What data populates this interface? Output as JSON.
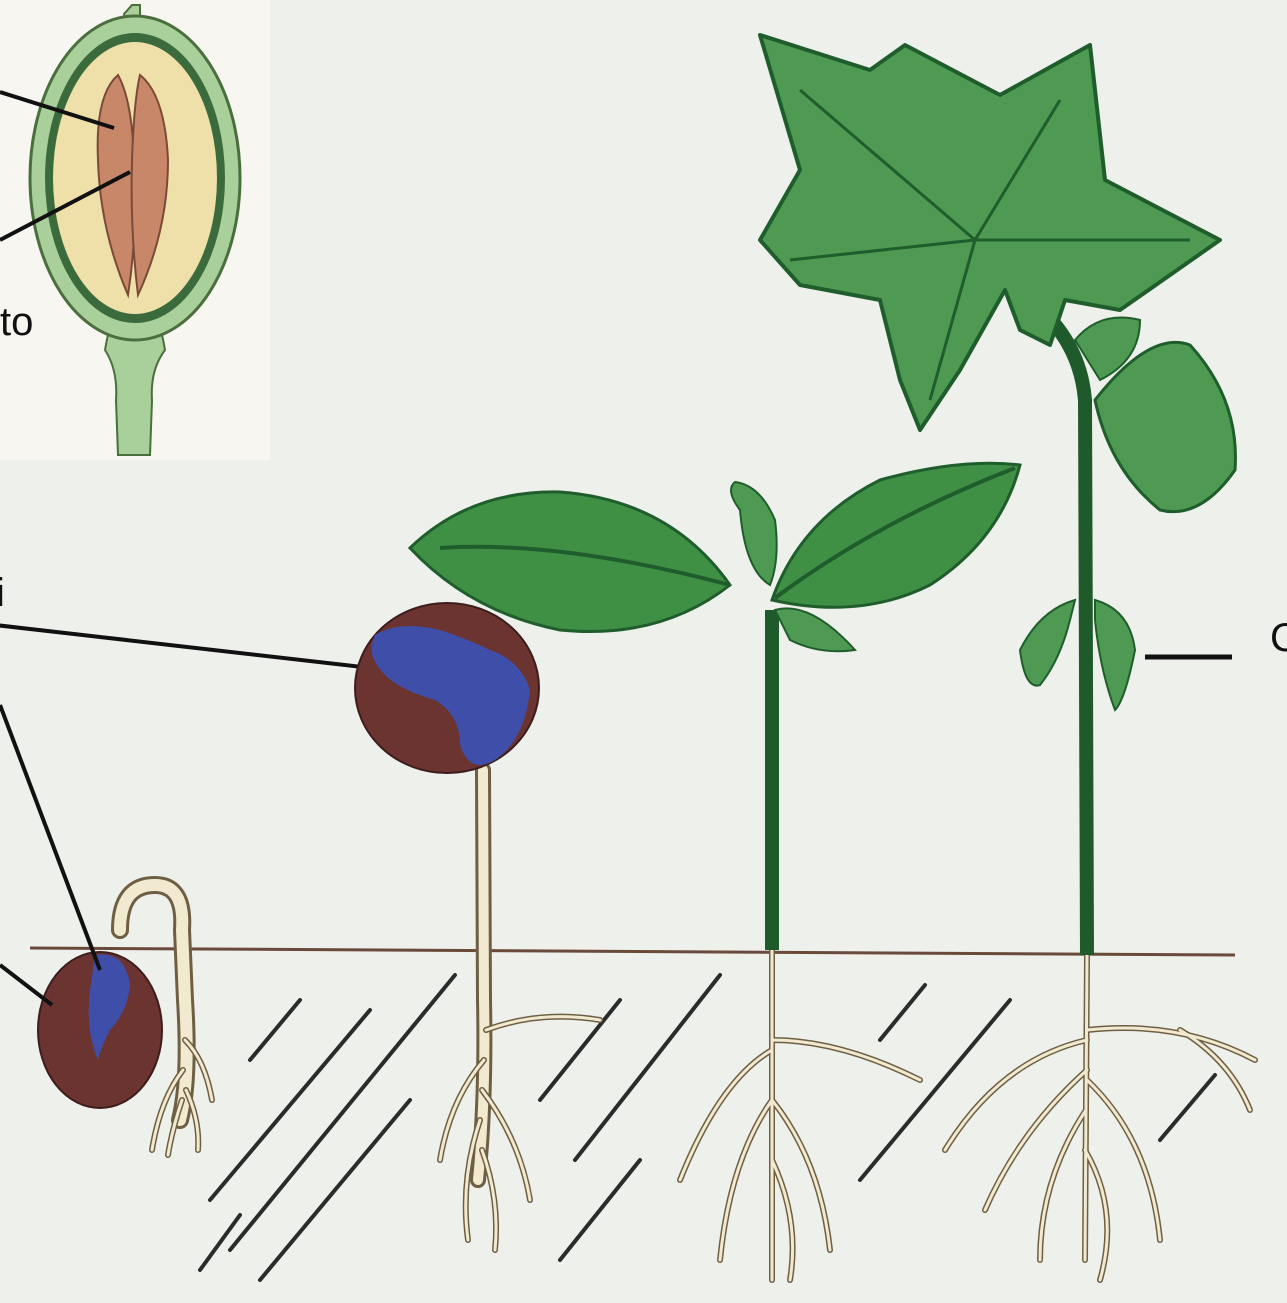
{
  "labels": {
    "seed_part": "to",
    "cotyledon_left": "i",
    "cotyledon_right": "C"
  },
  "colors": {
    "background": "#eef0ec",
    "leaf": "#3f8f45",
    "leaf_dark": "#1f5e2c",
    "stem": "#1f5a2a",
    "root": "#f1ead0",
    "seed_coat": "#6b3431",
    "cotyledon": "#3f4ea8",
    "embryo": "#c9876a",
    "endosperm": "#efe0a9",
    "pod": "#a9cf9a",
    "ground_line": "#6a4a3a",
    "soil_hatch": "#2b2b2b",
    "pointer": "#111111"
  }
}
